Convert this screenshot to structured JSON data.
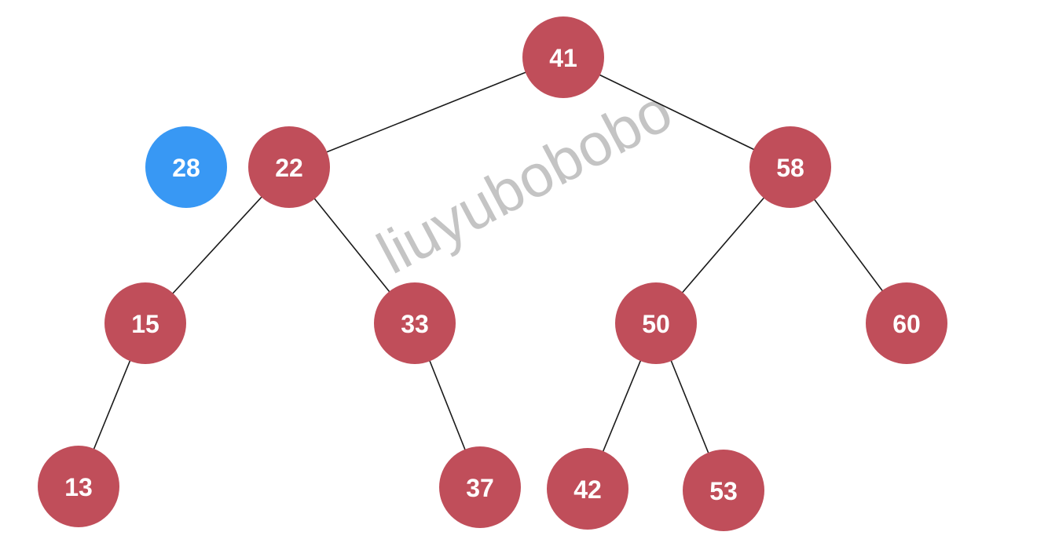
{
  "colors": {
    "node": "#c04e5a",
    "highlight": "#3898f4",
    "edge": "#1a1a1a",
    "watermark": "#c4c4c4"
  },
  "watermark": "liuyubobobo",
  "tree": {
    "nodes": [
      {
        "id": "n41",
        "label": "41",
        "style": "node"
      },
      {
        "id": "n22",
        "label": "22",
        "style": "node"
      },
      {
        "id": "n58",
        "label": "58",
        "style": "node"
      },
      {
        "id": "n15",
        "label": "15",
        "style": "node"
      },
      {
        "id": "n33",
        "label": "33",
        "style": "node"
      },
      {
        "id": "n50",
        "label": "50",
        "style": "node"
      },
      {
        "id": "n60",
        "label": "60",
        "style": "node"
      },
      {
        "id": "n13",
        "label": "13",
        "style": "node"
      },
      {
        "id": "n37",
        "label": "37",
        "style": "node"
      },
      {
        "id": "n42",
        "label": "42",
        "style": "node"
      },
      {
        "id": "n53",
        "label": "53",
        "style": "node"
      }
    ],
    "edges": [
      [
        "n41",
        "n22"
      ],
      [
        "n41",
        "n58"
      ],
      [
        "n22",
        "n15"
      ],
      [
        "n22",
        "n33"
      ],
      [
        "n58",
        "n50"
      ],
      [
        "n58",
        "n60"
      ],
      [
        "n15",
        "n13"
      ],
      [
        "n33",
        "n37"
      ],
      [
        "n50",
        "n42"
      ],
      [
        "n50",
        "n53"
      ]
    ]
  },
  "pending_node": {
    "id": "n28",
    "label": "28",
    "style": "highlight"
  }
}
